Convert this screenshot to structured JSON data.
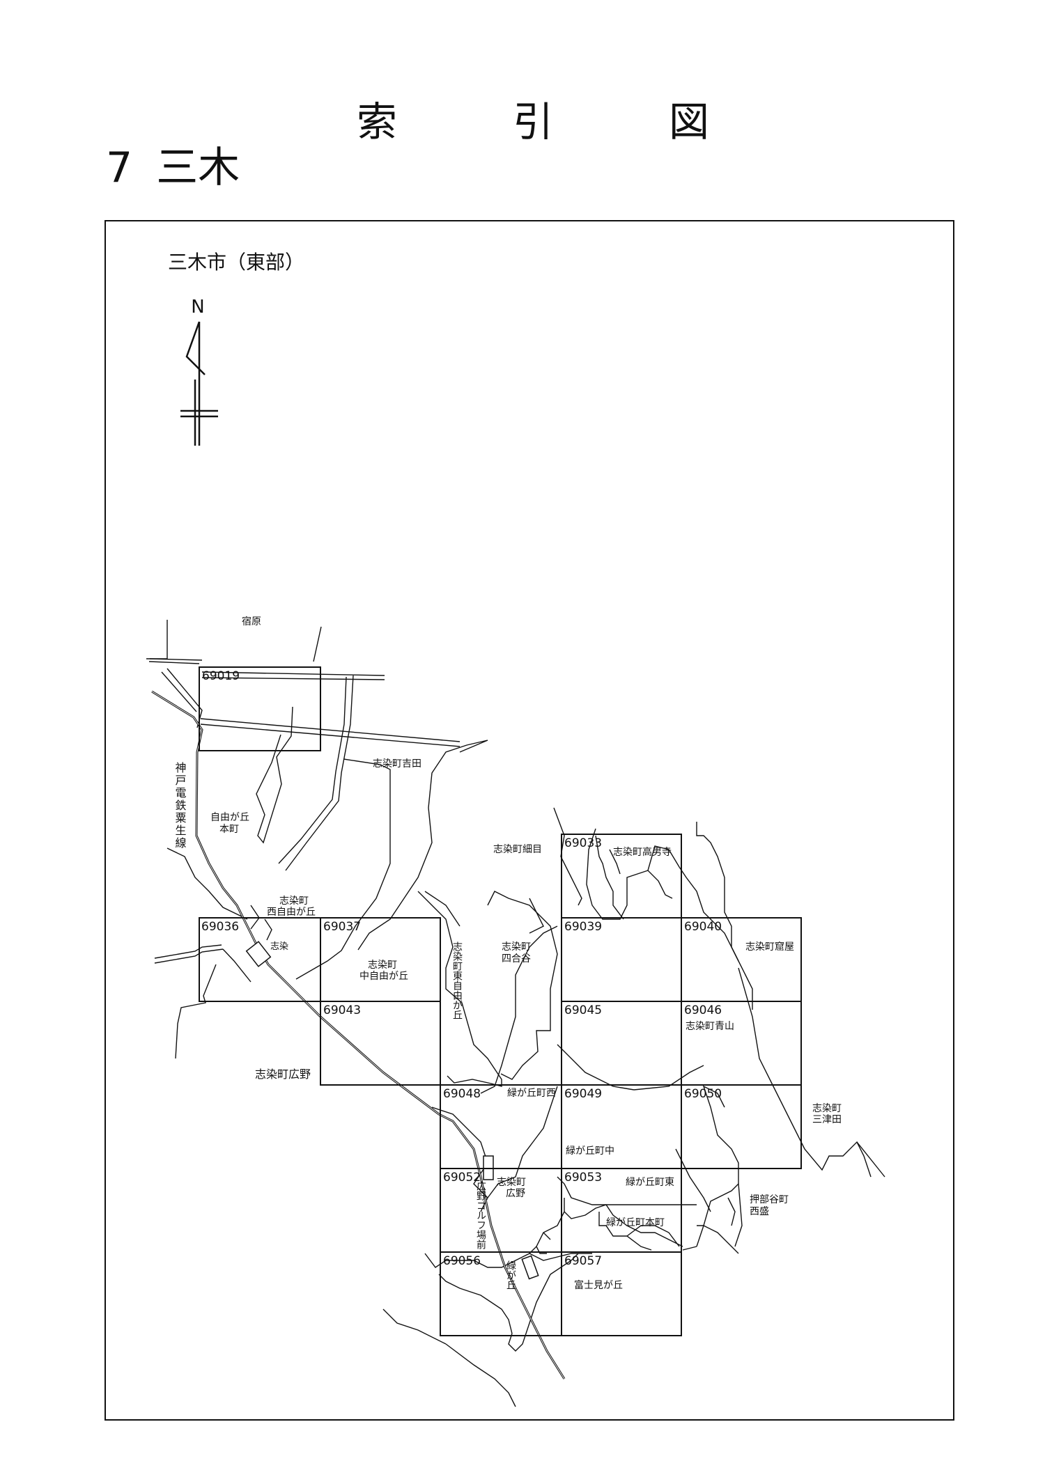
{
  "header": {
    "title_chars": [
      "索",
      "引",
      "図"
    ],
    "section_number": "7",
    "section_name": "三木"
  },
  "map": {
    "area_name": "三木市（東部）",
    "north_label": "N",
    "sheets": [
      "69019",
      "69033",
      "69036",
      "69037",
      "69039",
      "69040",
      "69043",
      "69045",
      "69046",
      "69048",
      "69049",
      "69050",
      "69052",
      "69053",
      "69056",
      "69057"
    ],
    "places": {
      "shukuhara": "宿原",
      "yoshida": "志染町吉田",
      "jiyugaoka_honmachi": [
        "自由が丘",
        "本町"
      ],
      "hosome": "志染町細目",
      "komyoji": "志染町高男寺",
      "nishi_jiyugaoka": [
        "志染町",
        "西自由が丘"
      ],
      "naka_jiyugaoka": [
        "志染町",
        "中自由が丘"
      ],
      "higashi_jiyugaoka": "志染町東自由が丘",
      "shiaidani": [
        "志染町",
        "四合谷"
      ],
      "iwaya": "志染町窟屋",
      "aoyama": "志染町青山",
      "hirono_town": "志染町広野",
      "midorigaoka_nishi": "緑が丘町西",
      "midorigaoka_naka": "緑が丘町中",
      "midorigaoka_higashi": "緑が丘町東",
      "midorigaoka_honmachi": "緑が丘町本町",
      "mitsuda": [
        "志染町",
        "三津田"
      ],
      "hirono_2": [
        "志染町",
        "広野"
      ],
      "oshibedani": [
        "押部谷町",
        "西盛"
      ],
      "fujimigaoka": "富士見が丘"
    },
    "railway": {
      "line_name": "神戸電鉄粟生線",
      "stations": {
        "shijimi": "志染",
        "hirono_golf": "広野ゴルフ場前",
        "midorigaoka": "緑が丘"
      }
    }
  }
}
